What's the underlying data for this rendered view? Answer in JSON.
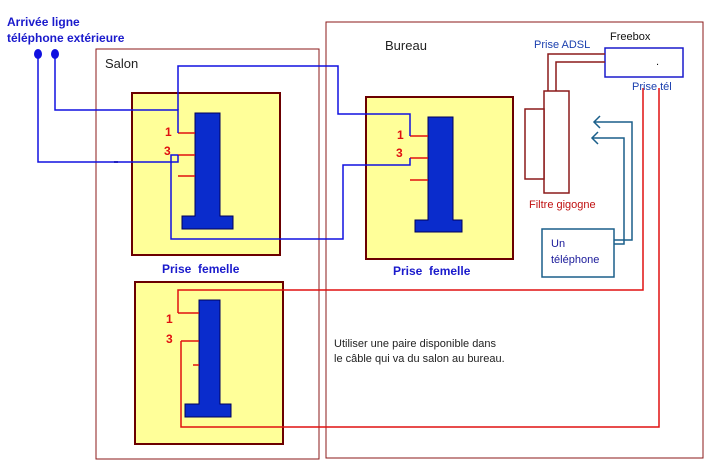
{
  "title": {
    "line1": "Arrivée ligne",
    "line2": "téléphone extérieure"
  },
  "rooms": {
    "salon": "Salon",
    "bureau": "Bureau"
  },
  "sockets": {
    "salon_top": {
      "pin1": "1",
      "pin3": "3",
      "caption": "Prise  femelle"
    },
    "bureau": {
      "pin1": "1",
      "pin3": "3",
      "caption": "Prise  femelle"
    },
    "salon_bottom": {
      "pin1": "1",
      "pin3": "3"
    }
  },
  "freebox": {
    "label": "Freebox",
    "adsl_label": "Prise ADSL",
    "tel_label": "Prise tél",
    "dot": "."
  },
  "filter": {
    "label": "Filtre gigogne"
  },
  "phone": {
    "line1": "Un",
    "line2": "téléphone"
  },
  "note": {
    "line1": "Utiliser une paire disponible dans",
    "line2": "le câble qui va du salon au bureau."
  },
  "colors": {
    "blue_wire": "#1010e0",
    "red_wire": "#e01010",
    "room_border": "#8b1a1a",
    "socket_fill": "#ffff99",
    "socket_border": "#6b0000",
    "jack_fill": "#0a2ccc",
    "title_text": "#1a1acc",
    "adsl_text": "#1a3fae",
    "filter_text": "#c01010",
    "phone_border": "#1a5f8a",
    "phone_text": "#1a1a9a"
  }
}
